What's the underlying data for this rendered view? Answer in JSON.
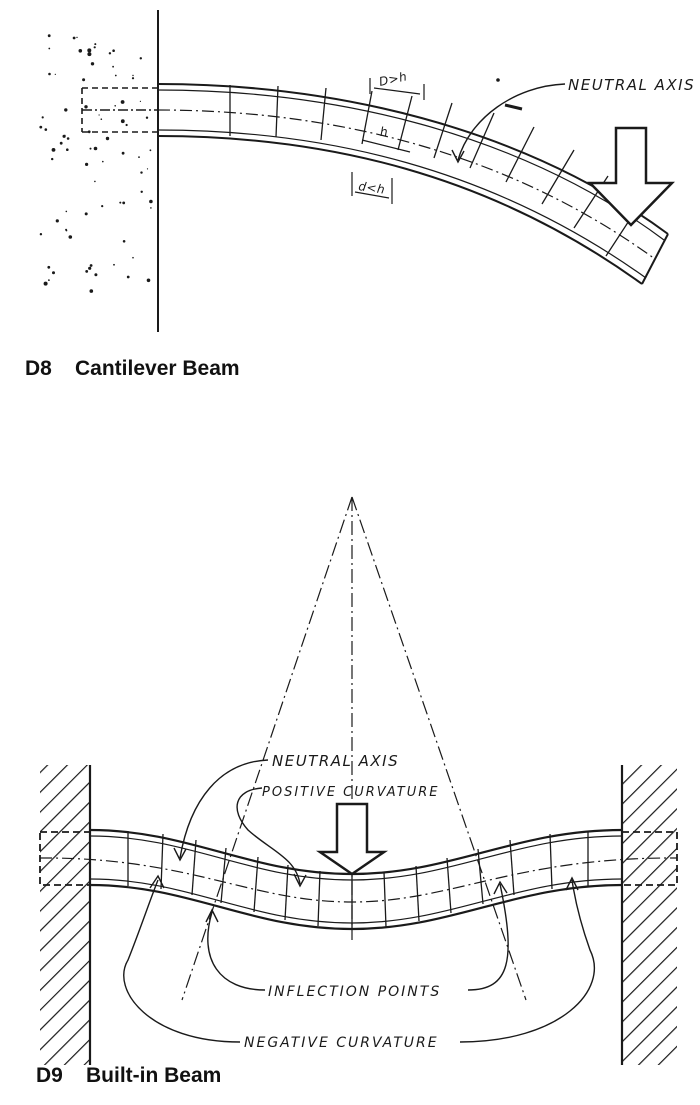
{
  "figures": [
    {
      "number": "D8",
      "caption": "Cantilever Beam",
      "labels": {
        "neutral_axis": "NEUTRAL AXIS",
        "d_greater": "D>h",
        "h": "h",
        "d_less": "d<h"
      }
    },
    {
      "number": "D9",
      "caption": "Built-in Beam",
      "labels": {
        "neutral_axis": "NEUTRAL AXIS",
        "positive_curvature": "POSITIVE CURVATURE",
        "inflection_points": "INFLECTION POINTS",
        "negative_curvature": "NEGATIVE CURVATURE"
      }
    }
  ],
  "colors": {
    "ink": "#1a1a1a",
    "paper": "#ffffff"
  }
}
